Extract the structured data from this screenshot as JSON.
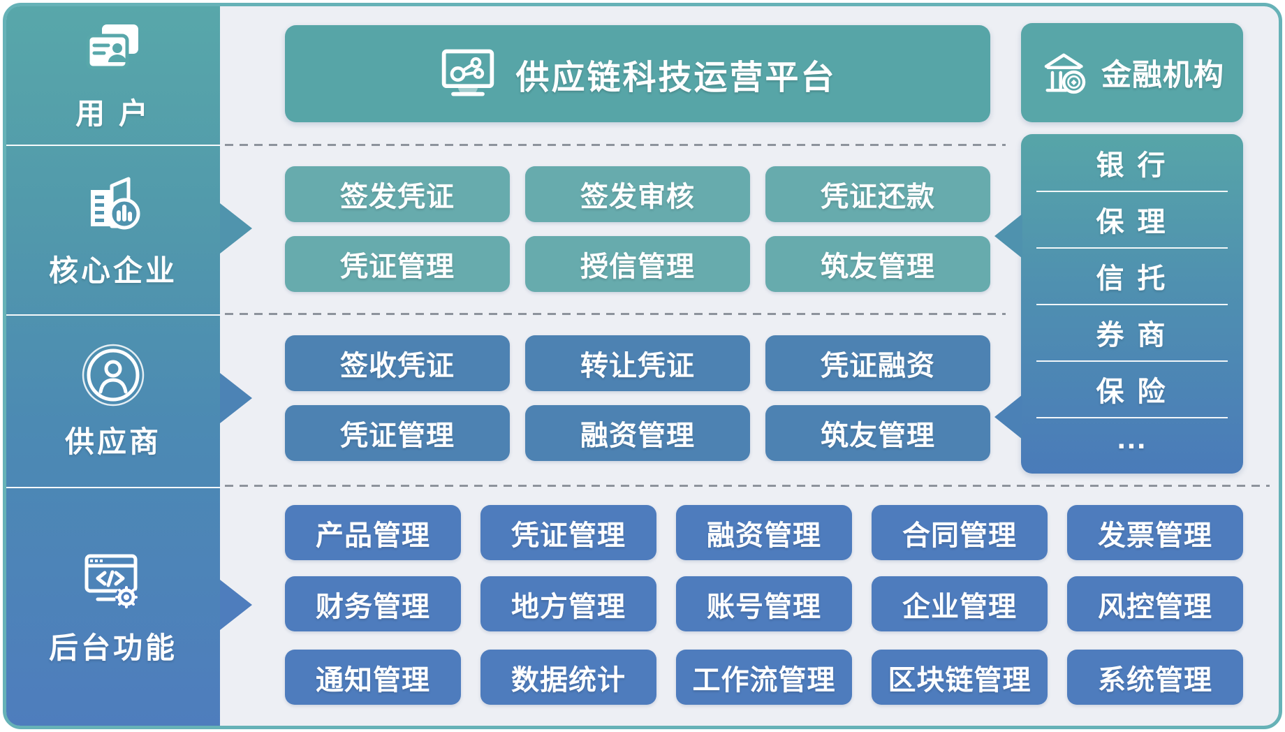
{
  "header": {
    "title": "供应链科技运营平台",
    "icon": "platform-monitor-icon"
  },
  "financial": {
    "title": "金融机构",
    "icon": "bank-icon",
    "items": [
      "银 行",
      "保 理",
      "信 托",
      "券 商",
      "保 险",
      "..."
    ]
  },
  "sidebar": {
    "sections": [
      {
        "label": "用 户",
        "icon": "user-card-icon"
      },
      {
        "label": "核心企业",
        "icon": "enterprise-icon",
        "has_arrow": true
      },
      {
        "label": "供应商",
        "icon": "supplier-icon",
        "has_arrow": true
      },
      {
        "label": "后台功能",
        "icon": "backend-console-icon",
        "has_arrow": true
      }
    ]
  },
  "core": {
    "rows": [
      [
        "签发凭证",
        "签发审核",
        "凭证还款"
      ],
      [
        "凭证管理",
        "授信管理",
        "筑友管理"
      ]
    ]
  },
  "supplier": {
    "rows": [
      [
        "签收凭证",
        "转让凭证",
        "凭证融资"
      ],
      [
        "凭证管理",
        "融资管理",
        "筑友管理"
      ]
    ]
  },
  "backend": {
    "rows": [
      [
        "产品管理",
        "凭证管理",
        "融资管理",
        "合同管理",
        "发票管理"
      ],
      [
        "财务管理",
        "地方管理",
        "账号管理",
        "企业管理",
        "风控管理"
      ],
      [
        "通知管理",
        "数据统计",
        "工作流管理",
        "区块链管理",
        "系统管理"
      ]
    ]
  },
  "colors": {
    "background": "#edeff4",
    "frame_border": "#66b2b7",
    "banner_teal": "#57a5a7",
    "core_button_teal": "#67abad",
    "supplier_button_blue": "#4d82b2",
    "backend_button_blue": "#4e7cbd",
    "sidebar_gradient_top": "#58a7aa",
    "sidebar_gradient_bottom": "#4e7dbd",
    "panel_gradient_top": "#57a5a8",
    "panel_gradient_bottom": "#4a7bb9",
    "dashed_line": "#8d939c",
    "text": "#ffffff"
  }
}
